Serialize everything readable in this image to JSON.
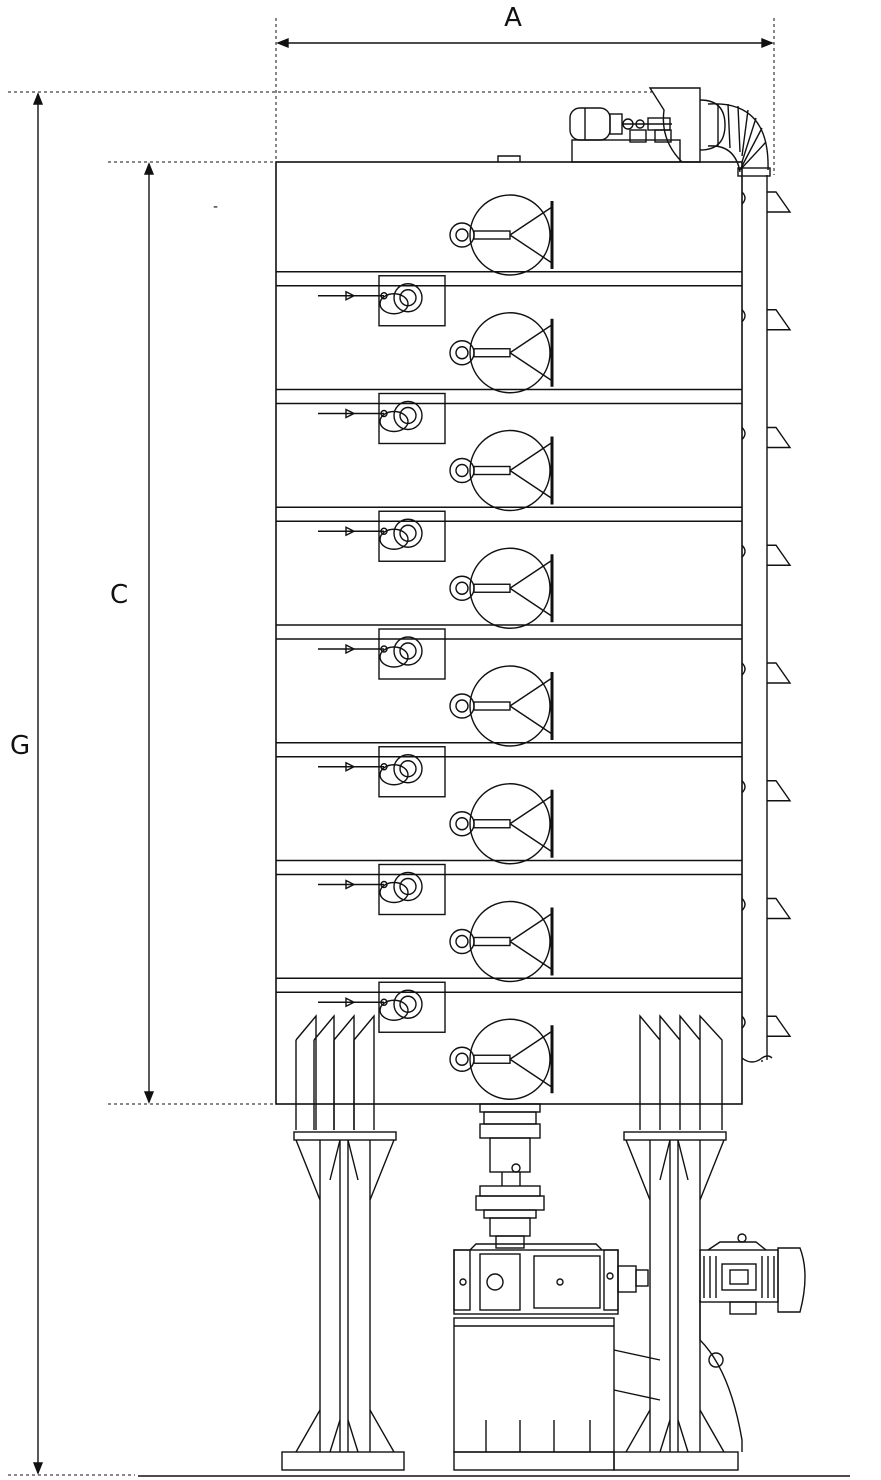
{
  "labels": {
    "dim_a": "A",
    "dim_c": "C",
    "dim_g": "G",
    "stray_mark": "-"
  },
  "colors": {
    "ink": "#111111",
    "paper": "#ffffff"
  },
  "machine": {
    "tray_count": 8
  }
}
